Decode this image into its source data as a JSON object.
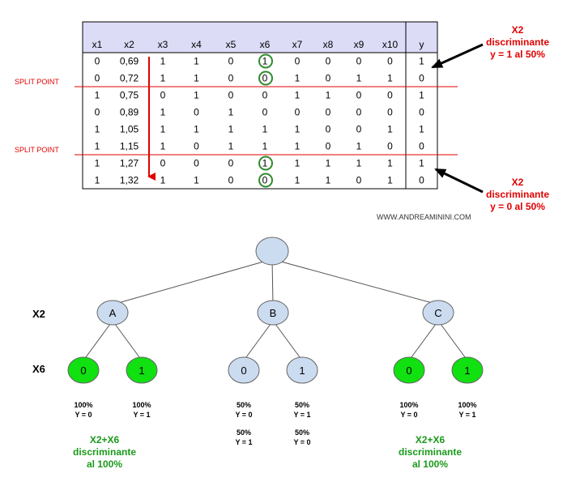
{
  "table": {
    "headers": [
      "x1",
      "x2",
      "x3",
      "x4",
      "x5",
      "x6",
      "x7",
      "x8",
      "x9",
      "x10",
      "y"
    ],
    "rows": [
      [
        "0",
        "0,69",
        "1",
        "1",
        "0",
        "1",
        "0",
        "0",
        "0",
        "0",
        "1"
      ],
      [
        "0",
        "0,72",
        "1",
        "1",
        "0",
        "0",
        "1",
        "0",
        "1",
        "1",
        "0"
      ],
      [
        "1",
        "0,75",
        "0",
        "1",
        "0",
        "0",
        "1",
        "1",
        "0",
        "0",
        "1"
      ],
      [
        "0",
        "0,89",
        "1",
        "0",
        "1",
        "0",
        "0",
        "0",
        "0",
        "0",
        "0"
      ],
      [
        "1",
        "1,05",
        "1",
        "1",
        "1",
        "1",
        "1",
        "0",
        "0",
        "1",
        "1"
      ],
      [
        "1",
        "1,15",
        "1",
        "0",
        "1",
        "1",
        "1",
        "0",
        "1",
        "0",
        "0"
      ],
      [
        "1",
        "1,27",
        "0",
        "0",
        "0",
        "1",
        "1",
        "1",
        "1",
        "1",
        "1"
      ],
      [
        "1",
        "1,32",
        "1",
        "1",
        "0",
        "0",
        "1",
        "1",
        "0",
        "1",
        "0"
      ]
    ],
    "circled_rows": [
      0,
      1,
      6,
      7
    ],
    "circled_column": 5,
    "header_bg": "#dcdcf7",
    "circle_color": "#2e8b2e"
  },
  "split_points": [
    {
      "label": "SPLIT POINT",
      "after_row": 1
    },
    {
      "label": "SPLIT POINT",
      "after_row": 5
    }
  ],
  "annotations": {
    "top": [
      "X2",
      "discriminante",
      "y = 1 al 50%"
    ],
    "bottom": [
      "X2",
      "discriminante",
      "y = 0 al 50%"
    ],
    "color": "#e00000"
  },
  "arrow_color": "#e00000",
  "watermark": "WWW.ANDREAMININI.COM",
  "tree": {
    "level_labels": [
      "X2",
      "X6"
    ],
    "branches": [
      {
        "label": "A",
        "leaves": [
          {
            "value": "0",
            "green": true,
            "stats": [
              [
                "100%",
                "Y = 0"
              ]
            ]
          },
          {
            "value": "1",
            "green": true,
            "stats": [
              [
                "100%",
                "Y = 1"
              ]
            ]
          }
        ],
        "note": [
          "X2+X6",
          "discriminante",
          "al 100%"
        ]
      },
      {
        "label": "B",
        "leaves": [
          {
            "value": "0",
            "green": false,
            "stats": [
              [
                "50%",
                "Y = 0"
              ],
              [
                "50%",
                "Y = 1"
              ]
            ]
          },
          {
            "value": "1",
            "green": false,
            "stats": [
              [
                "50%",
                "Y = 1"
              ],
              [
                "50%",
                "Y = 0"
              ]
            ]
          }
        ],
        "note": []
      },
      {
        "label": "C",
        "leaves": [
          {
            "value": "0",
            "green": true,
            "stats": [
              [
                "100%",
                "Y = 0"
              ]
            ]
          },
          {
            "value": "1",
            "green": true,
            "stats": [
              [
                "100%",
                "Y = 1"
              ]
            ]
          }
        ],
        "note": [
          "X2+X6",
          "discriminante",
          "al 100%"
        ]
      }
    ],
    "node_fill": "#ccdcf0",
    "leaf_green": "#11e011",
    "note_color": "#1a9a1a"
  }
}
